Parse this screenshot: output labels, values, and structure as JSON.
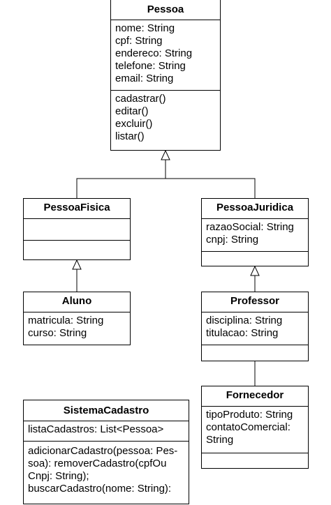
{
  "classes": {
    "pessoa": {
      "name": "Pessoa",
      "attributes": [
        "nome: String",
        "cpf: String",
        "endereco: String",
        "telefone: String",
        "email: String"
      ],
      "operations": [
        "cadastrar()",
        "editar()",
        "excluir()",
        "listar()"
      ]
    },
    "pessoa_fisica": {
      "name": "PessoaFisica",
      "attributes": [],
      "operations": []
    },
    "pessoa_juridica": {
      "name": "PessoaJuridica",
      "attributes": [
        "razaoSocial: String",
        "cnpj: String"
      ],
      "operations": []
    },
    "aluno": {
      "name": "Aluno",
      "attributes": [
        "matricula: String",
        "curso: String"
      ],
      "operations": []
    },
    "professor": {
      "name": "Professor",
      "attributes": [
        "disciplina: String",
        "titulacao: String"
      ],
      "operations": []
    },
    "fornecedor": {
      "name": "Fornecedor",
      "attributes": [
        "tipoProduto: String",
        "contatoComercial: String"
      ],
      "operations": []
    },
    "sistema_cadastro": {
      "name": "SistemaCadastro",
      "attributes": [
        "listaCadastros: List<Pessoa>"
      ],
      "operations_text": "adicionarCadastro(pessoa: Pes-soa): removerCadastro(cpfOu Cnpj: String); buscarCadastro(nome: String):"
    }
  },
  "colors": {
    "line": "#000000",
    "fill": "#ffffff"
  }
}
